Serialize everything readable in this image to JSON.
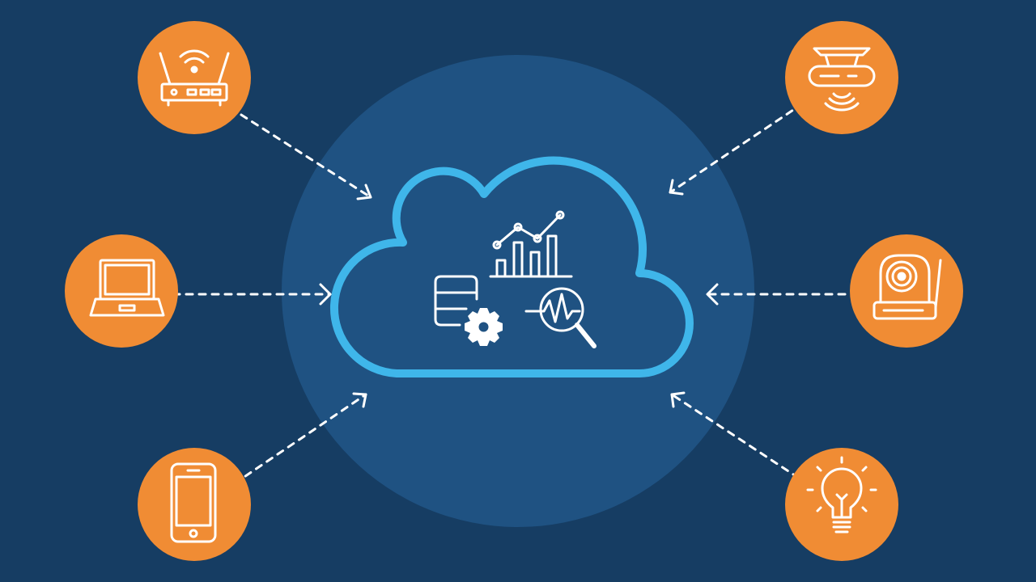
{
  "colors": {
    "background": "#163d63",
    "hub": "#1f5282",
    "cloud_outline": "#3fb6ea",
    "node_fill": "#f08c34",
    "icon_stroke": "#ffffff",
    "connector": "#ffffff"
  },
  "hub": {
    "icons": [
      "analytics-chart-icon",
      "database-settings-icon",
      "signal-search-icon"
    ]
  },
  "nodes": [
    {
      "id": "router",
      "icon": "wifi-router-icon",
      "side": "left"
    },
    {
      "id": "laptop",
      "icon": "laptop-icon",
      "side": "left"
    },
    {
      "id": "smartphone",
      "icon": "smartphone-icon",
      "side": "left"
    },
    {
      "id": "smoke-detector",
      "icon": "ceiling-sensor-icon",
      "side": "right"
    },
    {
      "id": "camera",
      "icon": "security-camera-icon",
      "side": "right"
    },
    {
      "id": "bulb",
      "icon": "light-bulb-icon",
      "side": "right"
    }
  ],
  "connections": [
    {
      "from": "router",
      "to": "cloud"
    },
    {
      "from": "laptop",
      "to": "cloud"
    },
    {
      "from": "smartphone",
      "to": "cloud"
    },
    {
      "from": "smoke-detector",
      "to": "cloud"
    },
    {
      "from": "camera",
      "to": "cloud"
    },
    {
      "from": "bulb",
      "to": "cloud"
    }
  ]
}
